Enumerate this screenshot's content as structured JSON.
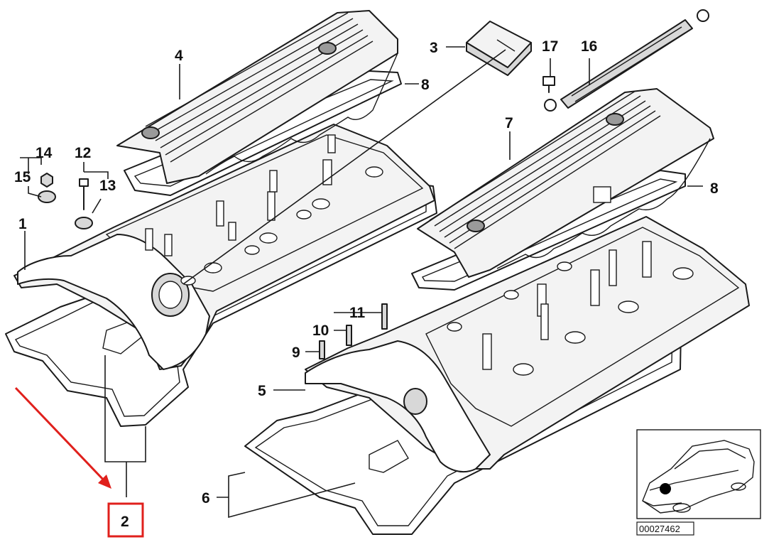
{
  "callouts": {
    "c1": "1",
    "c2": "2",
    "c3": "3",
    "c4": "4",
    "c5": "5",
    "c6": "6",
    "c7": "7",
    "c8a": "8",
    "c8b": "8",
    "c9": "9",
    "c10": "10",
    "c11": "11",
    "c12": "12",
    "c13": "13",
    "c14": "14",
    "c15": "15",
    "c16": "16",
    "c17": "17"
  },
  "reference_number": "00027462",
  "colors": {
    "highlight": "#e0201c",
    "line": "#1a1a1a",
    "marker": "#000000"
  }
}
